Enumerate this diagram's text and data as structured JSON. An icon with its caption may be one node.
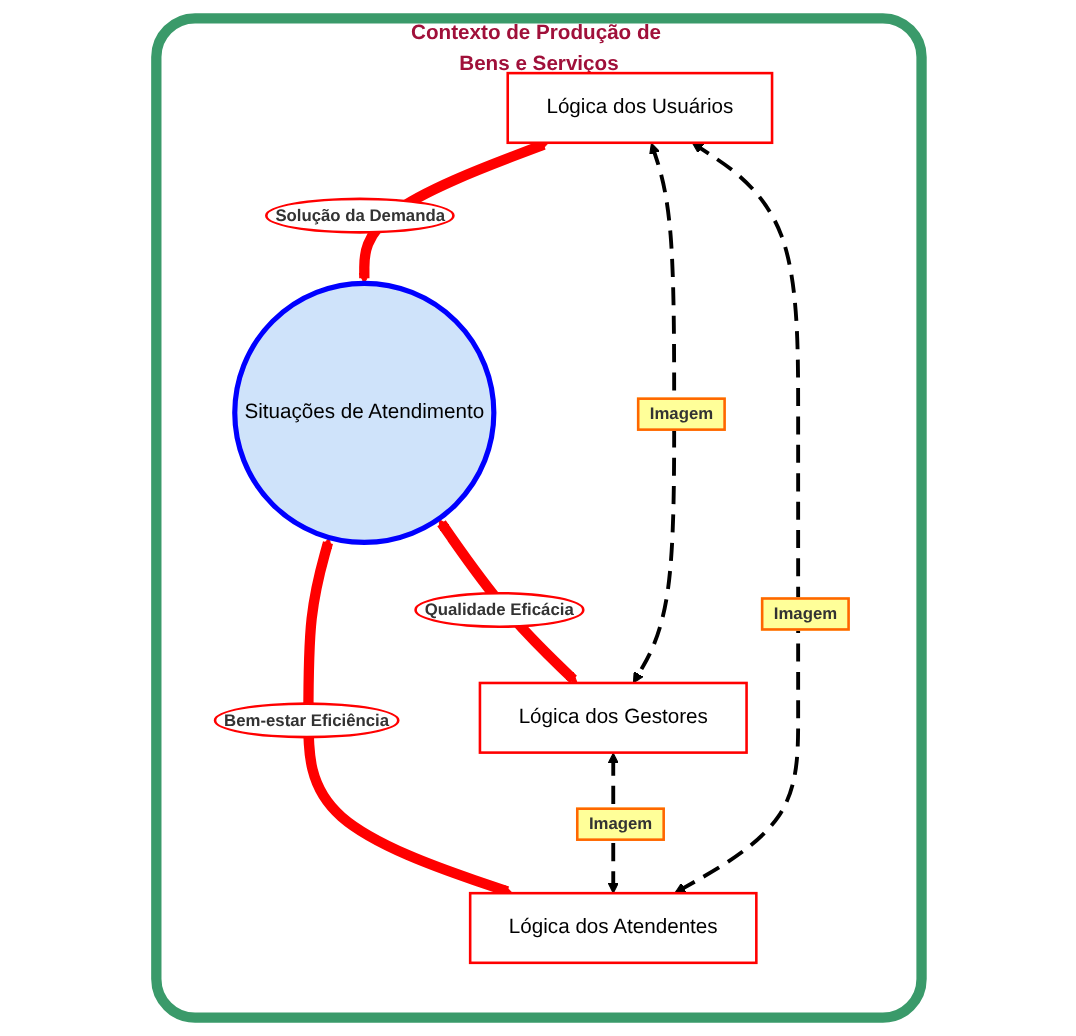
{
  "diagram": {
    "nodes": [
      {
        "text": [
          "Contexto de Produção de Bens e Serviços"
        ]
      },
      {
        "text": [
          "Lógica dos Usuários"
        ],
        "in": 0
      },
      {
        "text": [
          "Situações de Atendimento"
        ],
        "in": 0
      },
      {
        "text": [
          "Lógica dos Atendentes"
        ],
        "in": 0
      },
      {
        "text": [
          "Lógica dos Gestores"
        ],
        "in": 0
      }
    ],
    "edges": [
      {
        "from": 1,
        "to": 2,
        "arrow": "both",
        "label": "Solução da Demanda",
        "style": "thick",
        "color": "#ff0000"
      },
      {
        "from": 2,
        "to": 3,
        "arrow": "both",
        "label": "Bem-estar Eficiência",
        "style": "thick",
        "color": "#ff0000"
      },
      {
        "from": 2,
        "to": 4,
        "arrow": "both",
        "label": "Qualidade Eficácia",
        "style": "thick",
        "color": "#ff0000"
      },
      {
        "from": 1,
        "to": 4,
        "arrow": "both",
        "label": "Imagem",
        "style": "dashed",
        "color": "#000000"
      },
      {
        "from": 4,
        "to": 3,
        "arrow": "both",
        "label": "Imagem",
        "style": "dashed",
        "color": "#000000"
      },
      {
        "from": 3,
        "to": 1,
        "arrow": "both",
        "label": "Imagem",
        "style": "dashed",
        "color": "#000000"
      }
    ]
  }
}
